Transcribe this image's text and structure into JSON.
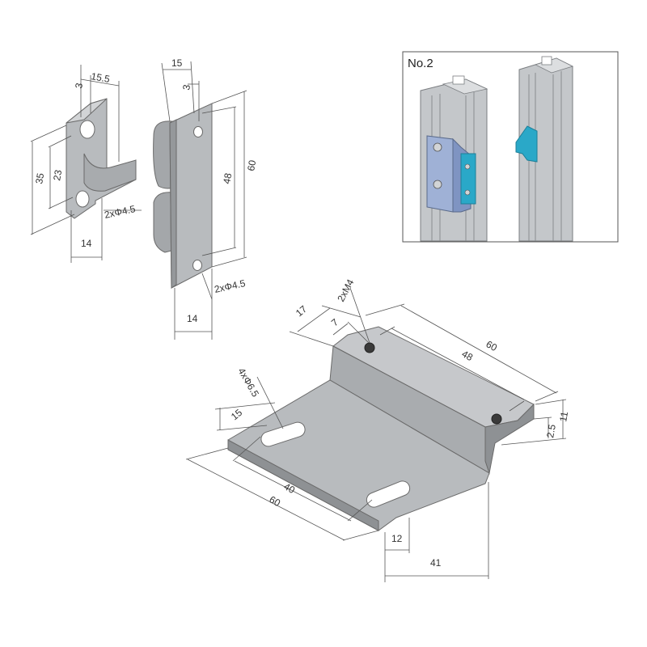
{
  "colors": {
    "part_fill": "#b8bbbe",
    "part_light": "#d2d4d6",
    "part_dark": "#8e9194",
    "line": "#555555",
    "bracket_blue": "#9fb1d6",
    "connector_cyan": "#2aa8c8",
    "profile_fill": "#c4c7ca"
  },
  "inset": {
    "title": "No.2"
  },
  "part1": {
    "dims": {
      "top_width": "15.5",
      "slot_offset": "3",
      "height_a": "35",
      "height_b": "23",
      "bottom_width": "14",
      "holes": "2xΦ4.5"
    }
  },
  "part2": {
    "dims": {
      "top_width": "15",
      "slot_offset": "3",
      "height_inner": "48",
      "height_outer": "60",
      "bottom_width": "14",
      "holes": "2xΦ4.5"
    }
  },
  "plate": {
    "dims": {
      "tapped_holes": "2xM4",
      "flange_depth": "17",
      "hole_offset": "7",
      "length_outer": "60",
      "length_inner": "48",
      "height": "11",
      "thickness": "2.5",
      "slots": "4xΦ6.5",
      "slot_length": "15",
      "slot_spacing": "40",
      "base_length": "60",
      "slot_edge": "12",
      "base_width": "41"
    }
  }
}
